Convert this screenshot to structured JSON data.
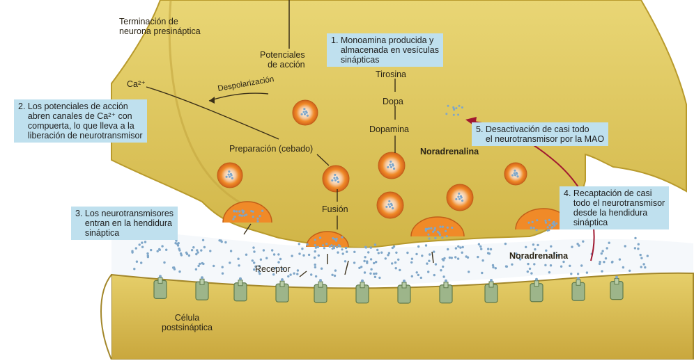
{
  "labels": {
    "presynaptic": "Terminación de\nneurona presináptica",
    "action_potentials": "Potenciales\nde acción",
    "depolarization": "Despolarización",
    "calcium": "Ca²⁺",
    "tyrosine": "Tirosina",
    "dopa": "Dopa",
    "dopamine": "Dopamina",
    "noradrenaline_vesicle": "Noradrenalina",
    "preparation": "Preparación (cebado)",
    "fusion": "Fusión",
    "receptor": "Receptor",
    "noradrenaline_cleft": "Noradrenalina",
    "postsynaptic": "Célula\npostsináptica"
  },
  "boxes": {
    "step1": "1. Monoamina producida y\n    almacenada en vesículas\n    sinápticas",
    "step2": "2. Los potenciales de acción\n    abren canales de Ca²⁺ con\n    compuerta, lo que lleva a la\n    liberación de neurotransmisor",
    "step3": "3. Los neurotransmisores\n    entran en la hendidura\n    sináptica",
    "step4": "4. Recaptación de casi\n    todo el neurotransmisor\n    desde la hendidura\n    sináptica",
    "step5": "5. Desactivación de casi todo\n    el neurotransmisor por la MAO"
  },
  "colors": {
    "neuron_fill": "#dcc456",
    "neuron_edge": "#b89a2c",
    "neuron_light": "#f0dc82",
    "vesicle_orange": "#f08a28",
    "box_blue": "#bfe0ee",
    "receptor_green": "#9db58a",
    "reuptake_red": "#a01830",
    "dot_blue": "#7fa6c8"
  }
}
